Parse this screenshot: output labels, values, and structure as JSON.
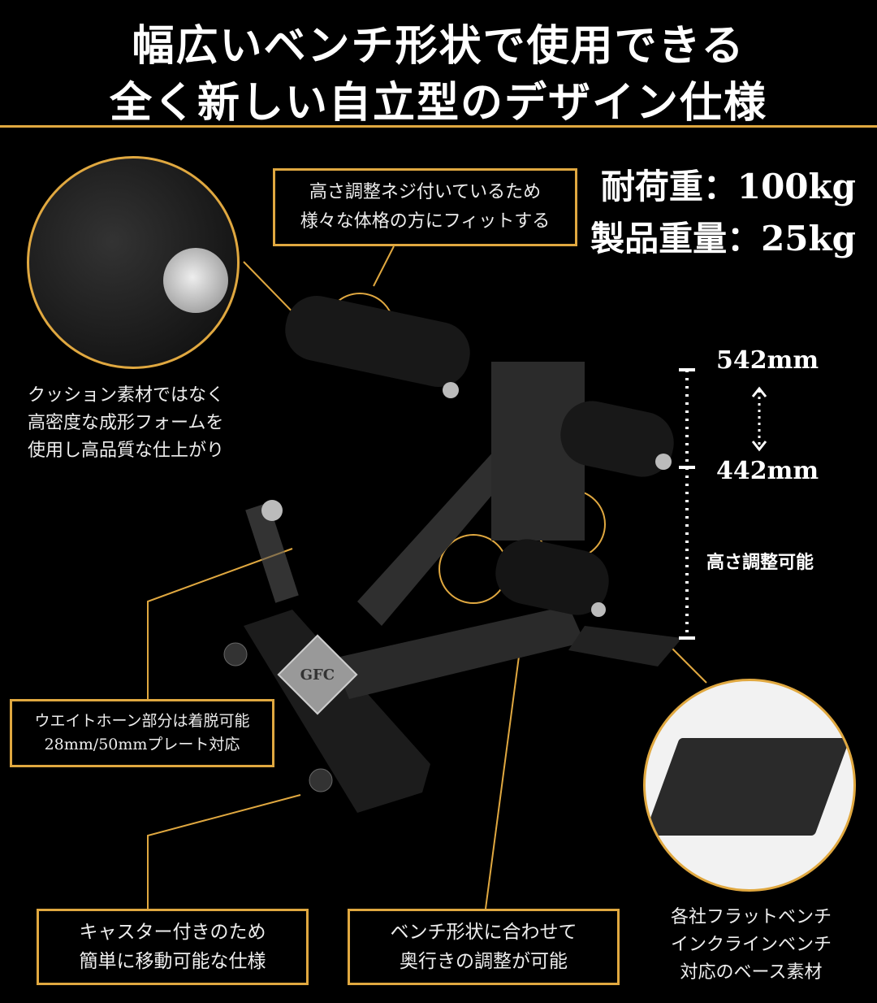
{
  "header": {
    "line1": "幅広いベンチ形状で使用できる",
    "line2": "全く新しい自立型のデザイン仕様"
  },
  "specs": {
    "load": "耐荷重：100kg",
    "weight": "製品重量：25kg"
  },
  "callouts": {
    "screw": {
      "line1": "高さ調整ネジ付いているため",
      "line2": "様々な体格の方にフィットする"
    },
    "foam": {
      "line1": "クッション素材ではなく",
      "line2": "高密度な成形フォームを",
      "line3": "使用し高品質な仕上がり"
    },
    "horn": {
      "line1": "ウエイトホーン部分は着脱可能",
      "line2": "28mm/50mmプレート対応"
    },
    "caster": {
      "line1": "キャスター付きのため",
      "line2": "簡単に移動可能な仕様"
    },
    "depth": {
      "line1": "ベンチ形状に合わせて",
      "line2": "奥行きの調整が可能"
    },
    "base": {
      "line1": "各社フラットベンチ",
      "line2": "インクラインベンチ",
      "line3": "対応のベース素材"
    }
  },
  "height": {
    "max": "542mm",
    "min": "442mm",
    "label": "高さ調整可能"
  },
  "logo": "GFC",
  "colors": {
    "accent": "#e0a840",
    "background": "#000000"
  }
}
